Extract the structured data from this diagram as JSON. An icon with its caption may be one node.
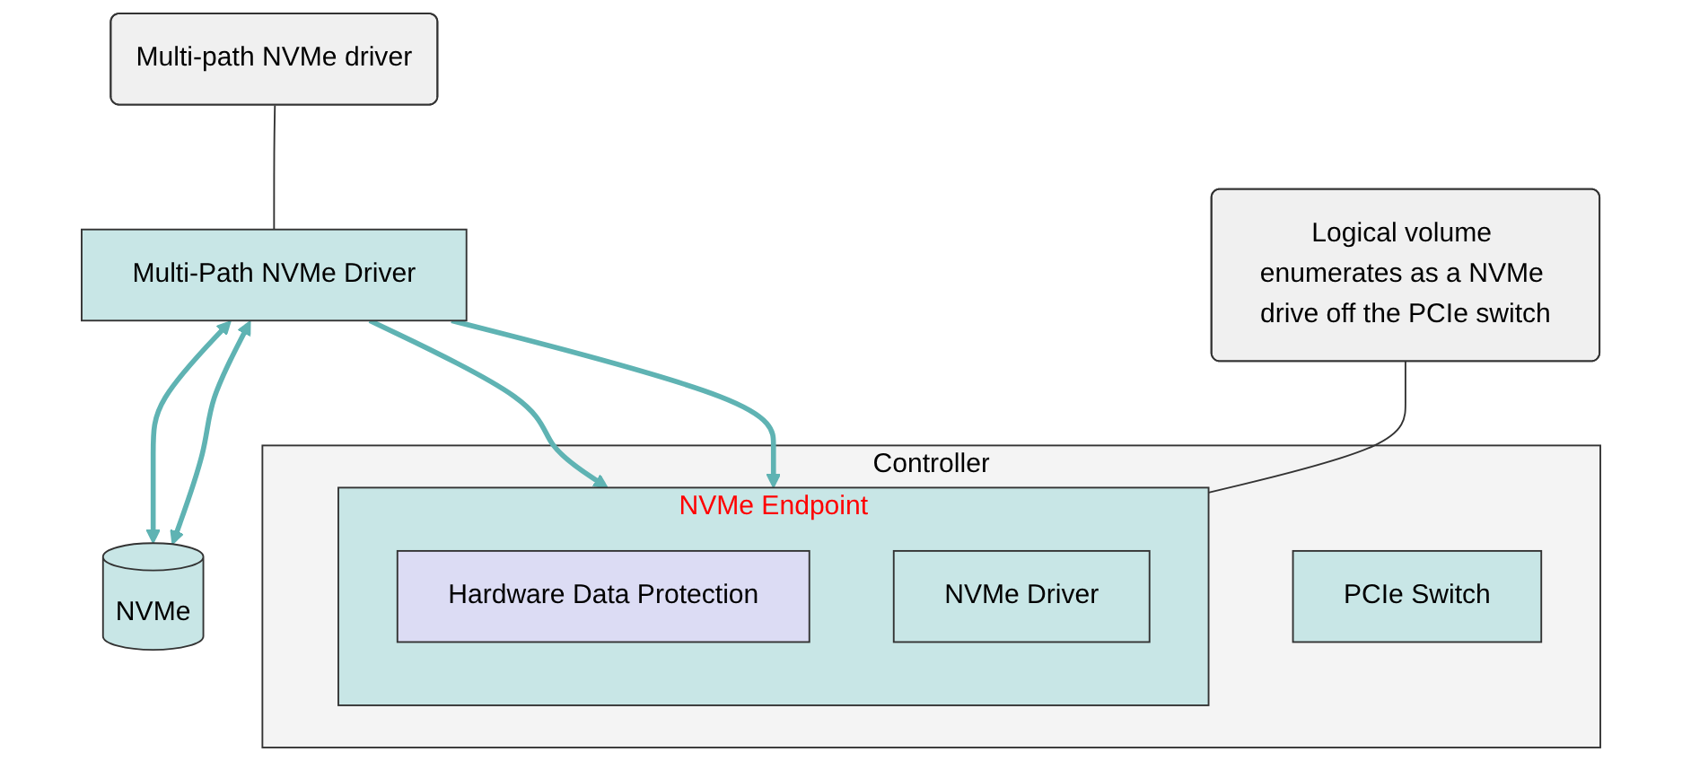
{
  "diagram": {
    "nodes": [
      {
        "text": [
          "Multi-Path NVMe Driver"
        ]
      },
      {
        "text": [
          "Multi-path NVMe driver"
        ]
      },
      {
        "text": [
          "Controller"
        ]
      },
      {
        "text": [
          "PCIe Switch"
        ],
        "in": 2
      },
      {
        "text": [
          "NVMe Endpoint"
        ],
        "in": 2
      },
      {
        "text": [
          "Hardware Data Protection"
        ],
        "in": 4
      },
      {
        "text": [
          "NVMe Driver"
        ],
        "in": 4
      },
      {
        "text": [
          "Logical volume enumerates as a NVMe drive off the PCIe switch"
        ]
      },
      {
        "text": [
          "NVMe"
        ]
      }
    ],
    "edges": [
      {
        "from": 0,
        "to": 8,
        "arrow": "both"
      },
      {
        "from": 0,
        "to": 8,
        "arrow": "both"
      },
      {
        "from": 0,
        "to": 4,
        "arrow": "to"
      },
      {
        "from": 0,
        "to": 4,
        "arrow": "to"
      },
      {
        "from": 1,
        "to": 0,
        "arrow": "none",
        "color": "#333333"
      },
      {
        "from": 7,
        "to": 4,
        "arrow": "none",
        "color": "#333333"
      }
    ]
  }
}
